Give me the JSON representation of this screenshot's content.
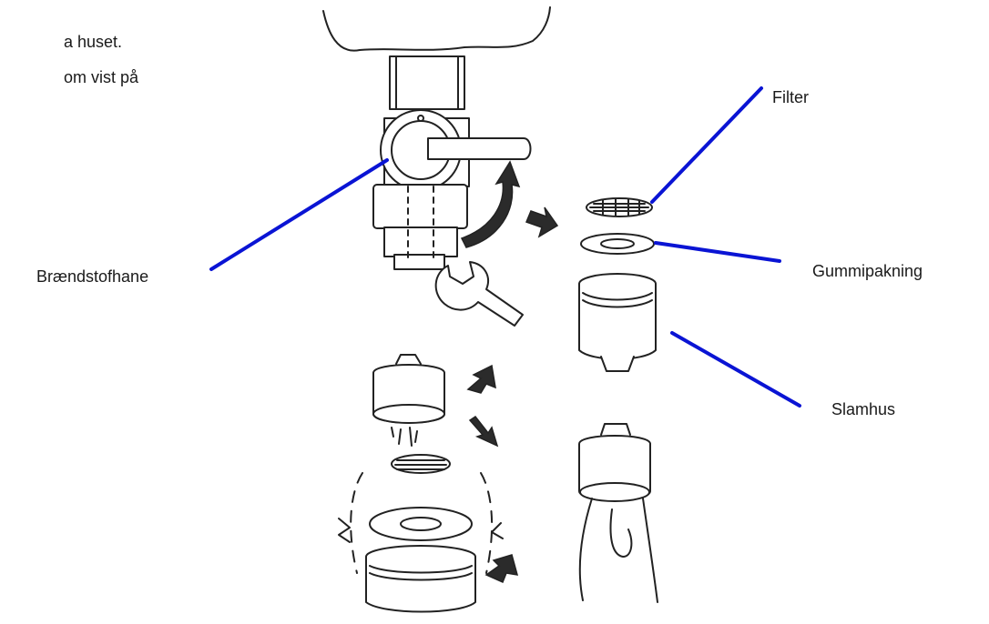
{
  "intro_text": {
    "line1": "a huset.",
    "line2": "om vist på"
  },
  "labels": {
    "filter": "Filter",
    "gasket": "Gummipakning",
    "fuel_tap": "Brændstofhane",
    "sediment_cup": "Slamhus"
  },
  "colors": {
    "leader_lines": "#0a14d4",
    "line_art": "#222222"
  }
}
